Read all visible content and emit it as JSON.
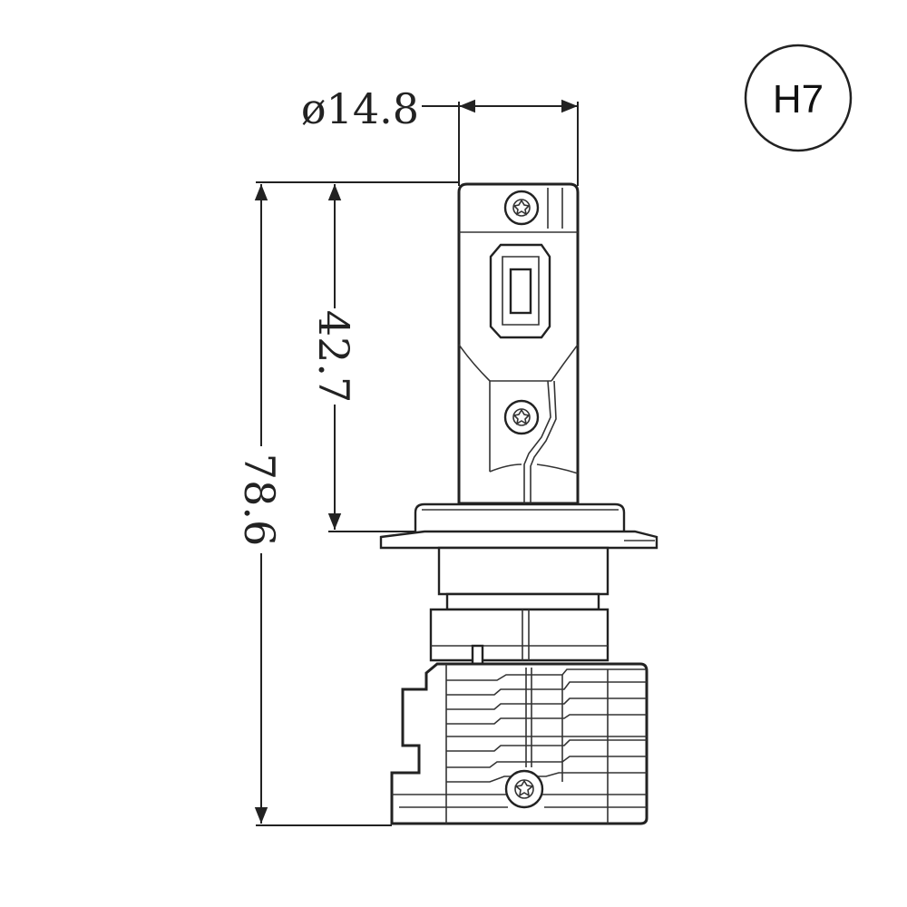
{
  "badge": {
    "label": "H7"
  },
  "dimensions": {
    "diameter": "ø14.8",
    "chip_length": "42.7",
    "total_length": "78.6"
  },
  "colors": {
    "line": "#222222",
    "background": "#ffffff"
  }
}
